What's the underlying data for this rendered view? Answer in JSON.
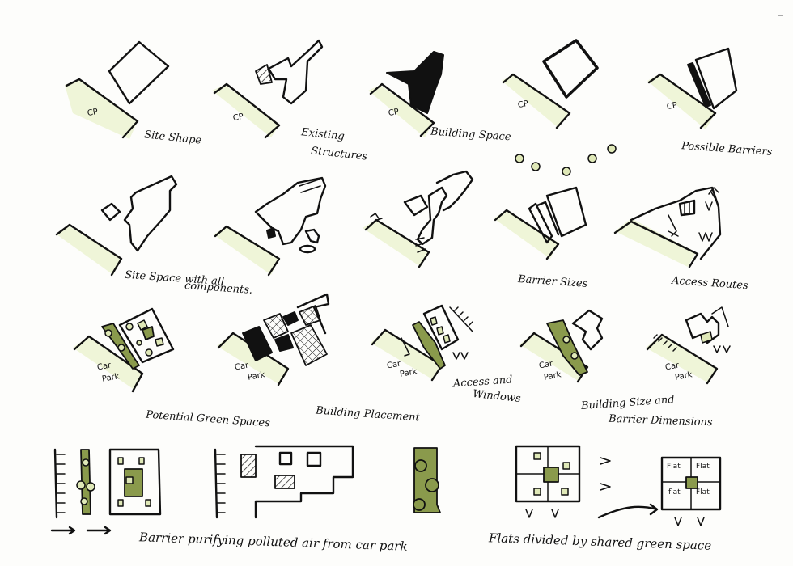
{
  "labels": {
    "site_shape": "Site Shape",
    "existing_structures_1": "Existing",
    "existing_structures_2": "Structures",
    "building_space": "Building Space",
    "possible_barriers": "Possible Barriers",
    "site_space_1": "Site Space with all",
    "site_space_2": "components.",
    "barrier_sizes": "Barrier Sizes",
    "access_routes": "Access Routes",
    "potential_green_spaces": "Potential Green Spaces",
    "building_placement": "Building Placement",
    "access_windows_1": "Access and",
    "access_windows_2": "Windows",
    "building_size_1": "Building Size and",
    "building_size_2": "Barrier Dimensions",
    "barrier_purifying": "Barrier purifying polluted air from car park",
    "flats_divided": "Flats divided by shared green space"
  },
  "site_marks": {
    "cp": "CP",
    "car_park_1": "Car",
    "car_park_2": "Park"
  },
  "flat_marks": {
    "flat": "Flat",
    "flat_lower": "flat"
  },
  "colors": {
    "ink": "#111111",
    "green": "#8a9a4c",
    "light_green": "#dfe8b7",
    "wash": "#eff5d8",
    "paper": "#fdfdfb"
  }
}
